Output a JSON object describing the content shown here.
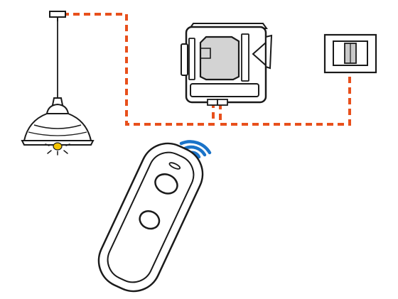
{
  "diagram": {
    "colors": {
      "wire": "#e8501c",
      "outline": "#1a1a1a",
      "device_body": "#ffffff",
      "relay_core": "#d3d3d3",
      "switch_paddle": "#c9c9c9",
      "signal": "#1a73c8",
      "bulb": "#f5c400"
    },
    "components": [
      {
        "id": "lamp",
        "icon": "pendant-lamp-icon"
      },
      {
        "id": "relay",
        "icon": "relay-module-icon"
      },
      {
        "id": "switch",
        "icon": "wall-switch-icon"
      },
      {
        "id": "remote",
        "icon": "remote-control-icon"
      },
      {
        "id": "signal",
        "icon": "wireless-signal-icon"
      }
    ]
  }
}
